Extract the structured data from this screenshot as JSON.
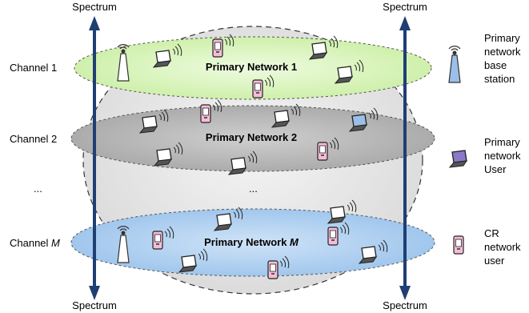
{
  "labels": {
    "spectrum_top_left": "Spectrum",
    "spectrum_top_right": "Spectrum",
    "spectrum_bottom_left": "Spectrum",
    "spectrum_bottom_right": "Spectrum",
    "channel_1": "Channel 1",
    "channel_2": "Channel 2",
    "channel_ellipsis": "...",
    "channel_m_prefix": "Channel ",
    "channel_m_var": "M",
    "middle_ellipsis": "..."
  },
  "networks": {
    "net1": "Primary Network 1",
    "net2": "Primary Network 2",
    "netm_prefix": "Primary Network ",
    "netm_var": "M"
  },
  "legend": {
    "base_station": [
      "Primary",
      "network",
      "base",
      "station"
    ],
    "primary_user": [
      "Primary",
      "network",
      "User"
    ],
    "cr_user": [
      "CR",
      "network",
      "user"
    ]
  },
  "colors": {
    "arrow": "#1f3f73",
    "channel1_fill": "#dff5c4",
    "channel2_fill": "#bdbdbd",
    "channelm_fill": "#b5d3f0",
    "sphere_fill": "#e6e6e6",
    "cr_device": "#f2b8d8"
  }
}
